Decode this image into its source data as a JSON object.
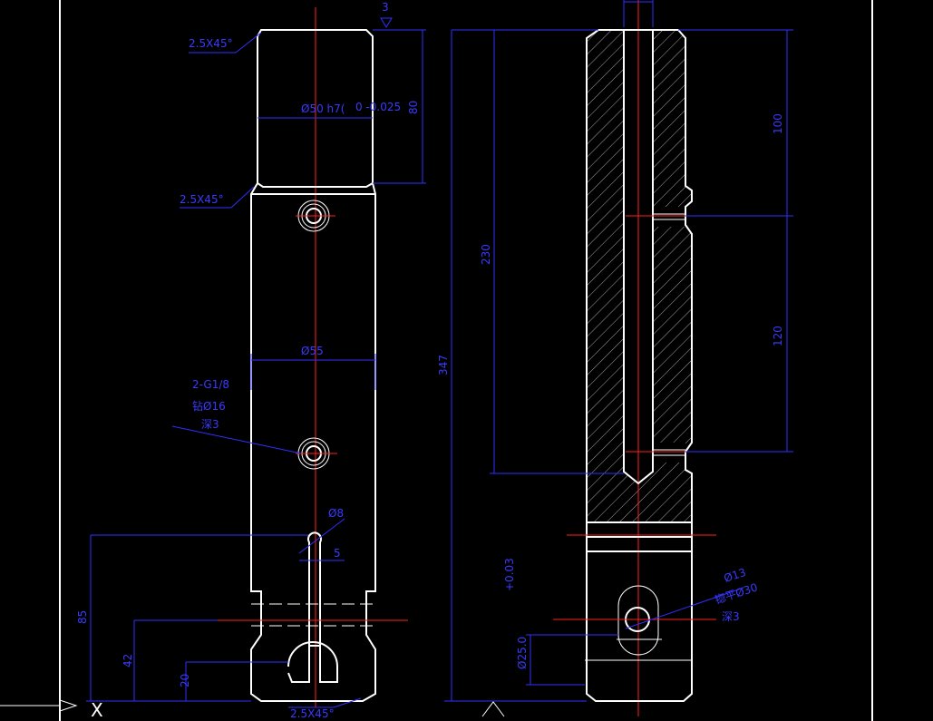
{
  "axis_marker": "X",
  "front_view": {
    "chamfer_top": "2.5X45°",
    "chamfer_mid": "2.5X45°",
    "chamfer_bottom": "2.5X45°",
    "dia_top": "Ø50  h7(",
    "dia_top_tol": "0 -0.025",
    "len_top": "80",
    "dia_body": "Ø55",
    "hole_note_1": "2-G1/8",
    "hole_note_2": "钻Ø16",
    "hole_note_3": "深3",
    "slot_dia": "Ø8",
    "slot_width": "5",
    "dim_85": "85",
    "dim_42": "42",
    "dim_20": "20"
  },
  "section_view": {
    "top_mark": "3",
    "dim_347": "347",
    "dim_230": "230",
    "dim_100": "100",
    "dim_120": "120",
    "bore_dia": "Ø25.0",
    "bore_tol": "+0.03",
    "hole_dia": "Ø13",
    "hole_note_2": "锪平Ø30",
    "hole_note_3": "深3"
  }
}
